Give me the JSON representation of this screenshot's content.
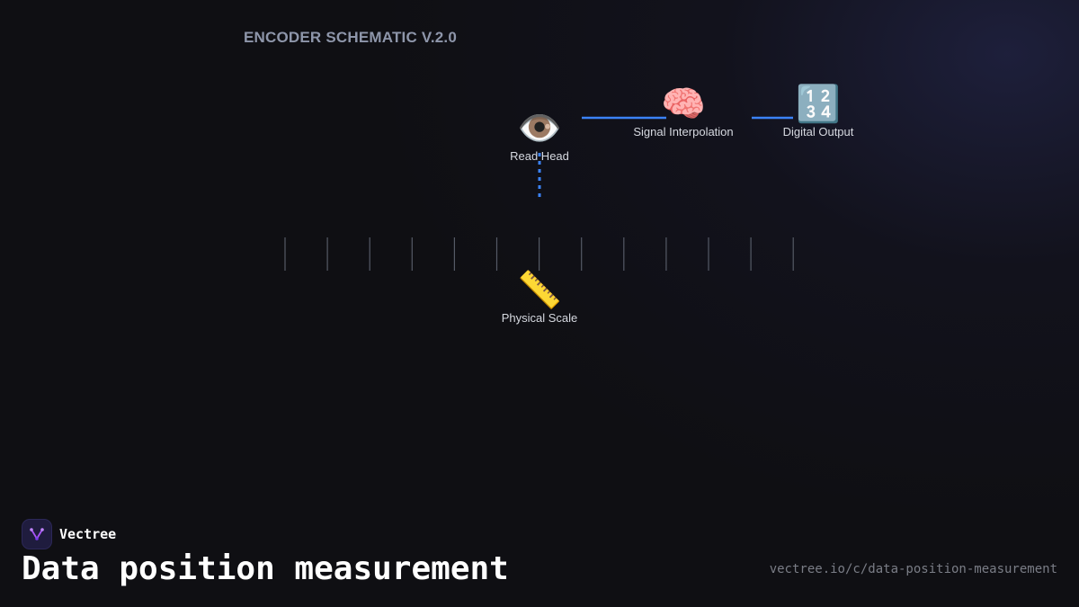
{
  "schematic": {
    "title": "ENCODER SCHEMATIC V.2.0"
  },
  "nodes": {
    "read_head": {
      "icon": "👁️",
      "icon_name": "eye-icon",
      "label": "Read Head"
    },
    "signal_interpolation": {
      "icon": "🧠",
      "icon_name": "brain-icon",
      "label": "Signal Interpolation"
    },
    "digital_output": {
      "icon": "🔢",
      "icon_name": "input-numbers-icon",
      "label": "Digital Output"
    },
    "physical_scale": {
      "icon": "📏",
      "icon_name": "ruler-icon",
      "label": "Physical Scale"
    }
  },
  "scale": {
    "tick_count": 13
  },
  "colors": {
    "connector": "#3b82f6",
    "tick": "#555a66",
    "background": "#0f0f13"
  },
  "brand": {
    "name": "Vectree"
  },
  "page": {
    "title": "Data position measurement",
    "url": "vectree.io/c/data-position-measurement"
  }
}
